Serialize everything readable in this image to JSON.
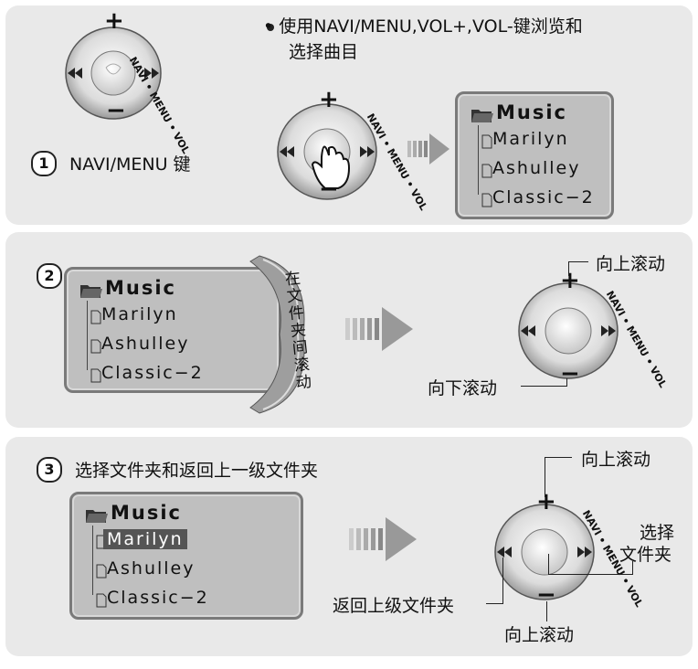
{
  "knob": {
    "plus": "+",
    "minus": "−",
    "arc_label": "NAVI • MENU • VOL"
  },
  "panel1": {
    "instruction_line1": "• 使用NAVI/MENU,VOL+,VOL-键浏览和",
    "instruction_line2": "选择曲目",
    "step_number": "1",
    "step_label": "NAVI/MENU  键"
  },
  "lcd": {
    "folder_title": "Music",
    "files": [
      "Marilyn",
      "Ashulley",
      "Classic−2"
    ]
  },
  "panel2": {
    "step_number": "2",
    "banner_text": "在文件夹间滚动",
    "up_label": "向上滚动",
    "down_label": "向下滚动"
  },
  "panel3": {
    "step_number": "3",
    "title": "选择文件夹和返回上一级文件夹",
    "up_label": "向上滚动",
    "select_label_line1": "选择",
    "select_label_line2": "文件夹",
    "back_label": "返回上级文件夹",
    "down_label": "向上滚动",
    "selected_file": "Marilyn"
  }
}
